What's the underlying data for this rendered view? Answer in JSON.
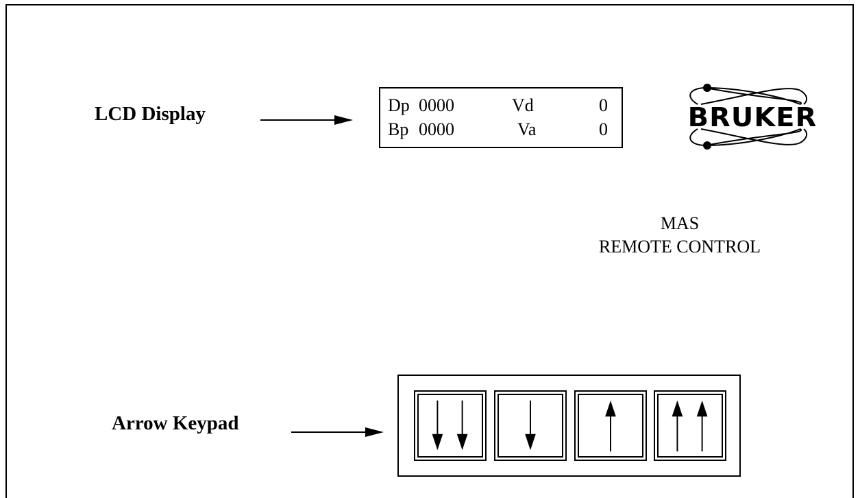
{
  "labels": {
    "lcd_display": "LCD Display",
    "arrow_keypad": "Arrow Keypad"
  },
  "lcd": {
    "row1": {
      "label1": "Dp",
      "value1": "0000",
      "label2": "Vd",
      "value2": "0"
    },
    "row2": {
      "label1": "Bp",
      "value1": "0000",
      "label2": "Va",
      "value2": "0"
    }
  },
  "logo": {
    "text": "BRUKER"
  },
  "title": {
    "line1": "MAS",
    "line2": "REMOTE CONTROL"
  },
  "keypad": {
    "keys": [
      {
        "icon": "double-down-arrow-icon"
      },
      {
        "icon": "down-arrow-icon"
      },
      {
        "icon": "up-arrow-icon"
      },
      {
        "icon": "double-up-arrow-icon"
      }
    ]
  }
}
